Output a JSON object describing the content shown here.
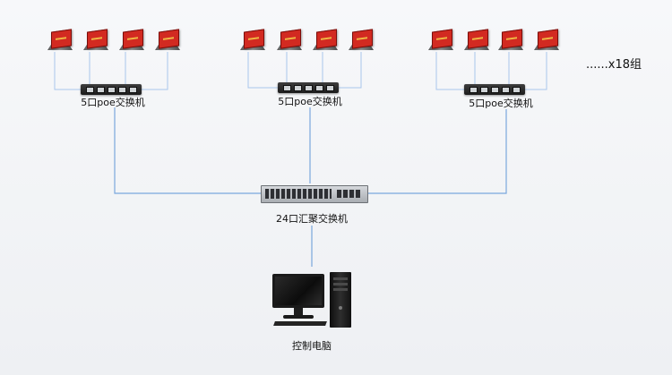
{
  "groups": [
    {
      "switch_label": "5口poe交换机",
      "terminal_count": 4
    },
    {
      "switch_label": "5口poe交换机",
      "terminal_count": 4
    },
    {
      "switch_label": "5口poe交换机",
      "terminal_count": 4
    }
  ],
  "group_count_label": "......x18组",
  "core_switch": {
    "label": "24口汇聚交换机"
  },
  "controller": {
    "label": "控制电脑"
  },
  "colors": {
    "link": "#7aa7dd",
    "drop": "#a9c6ec",
    "terminal_screen": "#d22a21"
  },
  "icons": [
    "table-card-terminal-icon",
    "poe-switch-icon",
    "aggregation-switch-icon",
    "computer-icon"
  ]
}
